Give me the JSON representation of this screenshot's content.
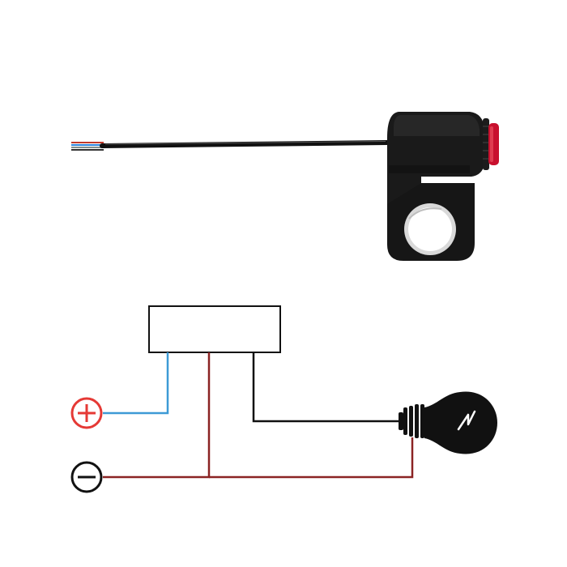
{
  "product": {
    "body_color": "#141414",
    "button_color": "#c8102e",
    "wire_colors": [
      "#c0392b",
      "#2e86de",
      "#7f8c8d",
      "#ffffff"
    ],
    "clamp_ring_color": "#d9d9d9"
  },
  "diagram": {
    "positive_symbol": "+",
    "negative_symbol": "−",
    "positive_color": "#e53935",
    "negative_color": "#111111",
    "positive_wire_color": "#3d9ad6",
    "negative_wire_color": "#8b2323",
    "load_wire_color": "#111111",
    "components": [
      "switch-box",
      "positive-terminal",
      "negative-terminal",
      "light-bulb"
    ]
  }
}
